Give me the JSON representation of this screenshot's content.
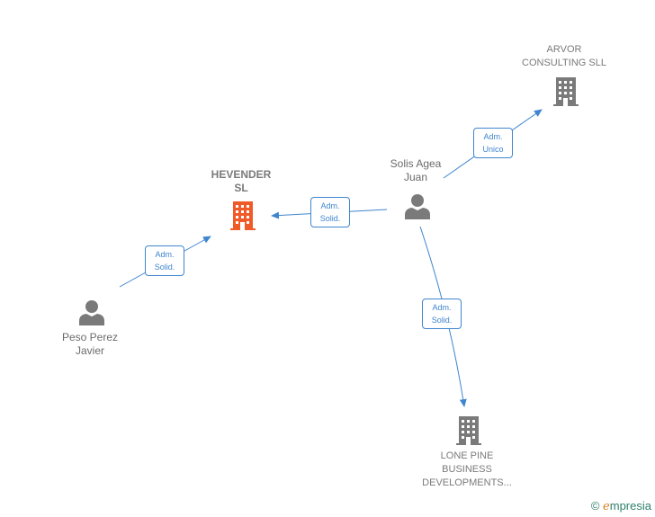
{
  "nodes": {
    "hevender": {
      "name_line1": "HEVENDER",
      "name_line2": "SL",
      "icon": "building-icon",
      "color": "#f05a28"
    },
    "arvor": {
      "name_line1": "ARVOR",
      "name_line2": "CONSULTING SLL",
      "icon": "building-icon",
      "color": "#7a7a7a"
    },
    "lone_pine": {
      "name_line1": "LONE PINE",
      "name_line2": "BUSINESS",
      "name_line3": "DEVELOPMENTS...",
      "icon": "building-icon",
      "color": "#7a7a7a"
    },
    "solis": {
      "name_line1": "Solis Agea",
      "name_line2": "Juan",
      "icon": "person-icon",
      "color": "#7a7a7a"
    },
    "peso": {
      "name_line1": "Peso Perez",
      "name_line2": "Javier",
      "icon": "person-icon",
      "color": "#7a7a7a"
    }
  },
  "edges": [
    {
      "id": "solis-arvor",
      "line1": "Adm.",
      "line2": "Unico"
    },
    {
      "id": "solis-hevender",
      "line1": "Adm.",
      "line2": "Solid."
    },
    {
      "id": "peso-hevender",
      "line1": "Adm.",
      "line2": "Solid."
    },
    {
      "id": "solis-lonepine",
      "line1": "Adm.",
      "line2": "Solid."
    }
  ],
  "footer": {
    "copyright": "©",
    "brand_e": "e",
    "brand_rest": "mpresia"
  },
  "colors": {
    "edge": "#3f85cf",
    "accent": "#f05a28",
    "node": "#7a7a7a"
  }
}
